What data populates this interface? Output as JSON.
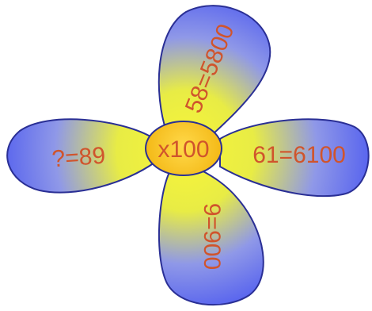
{
  "flower": {
    "center": {
      "label": "x100"
    },
    "petals": {
      "top": {
        "label": "58=5800"
      },
      "left": {
        "label": "?=89"
      },
      "right": {
        "label": "61=6100"
      },
      "bottom": {
        "label": "9=900"
      }
    }
  },
  "colors": {
    "petal_inner": "#f2f23a",
    "petal_outer": "#5a66ee",
    "outline": "#2a2f95",
    "center_fill": "#f7c417",
    "text": "#d0542c"
  }
}
